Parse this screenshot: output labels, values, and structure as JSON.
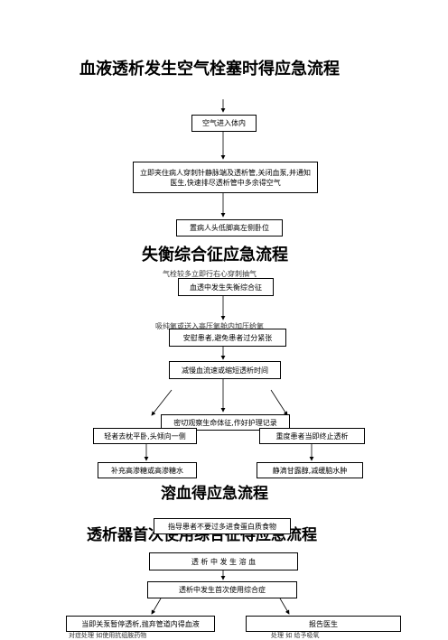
{
  "titles": {
    "air_embolism": "血液透析发生空气栓塞时得应急流程",
    "disequilibrium": "失衡综合征应急流程",
    "hemolysis": "溶血得应急流程",
    "first_use": "透析器首次使用综合征得应急流程"
  },
  "air_embolism": {
    "step1": "空气进入体内",
    "step2": "立即夹住病人穿刺针静脉端及透析管,关闭血泵,并通知医生,快速排尽透析管中多余得空气",
    "step3": "置病人头低脚高左侧卧位",
    "step4_partial": "气栓较多立即行右心穿刺抽气",
    "step5_partial": "吸纯氧或送入高压氧舱内加压给氧"
  },
  "disequilibrium": {
    "step1": "血透中发生失衡综合征",
    "step2": "安慰患者,避免患者过分紧张",
    "step3": "减慢血流速或缩短透析时间",
    "step4": "密切观察生命体征,作好护理记录",
    "mild": "轻者去枕平卧,头倾向一侧",
    "severe": "重度患者当即终止透析",
    "mild_treat": "补充高渗糖或高渗糖水",
    "severe_treat": "静滴甘露醇,减缓脑水肿"
  },
  "hemolysis": {
    "step_last": "指导患者不要过多进食蛋白质食物"
  },
  "first_use": {
    "step1": "透 析 中 发 生 溶 血",
    "step2": "透析中发生首次使用综合症",
    "left": "当即关泵暂停透析,抛弃管道内得血液",
    "left_partial": "对症处理 如使用抗组胺药物",
    "right": "报告医生",
    "right_partial": "处理 如 给予吸氧"
  }
}
